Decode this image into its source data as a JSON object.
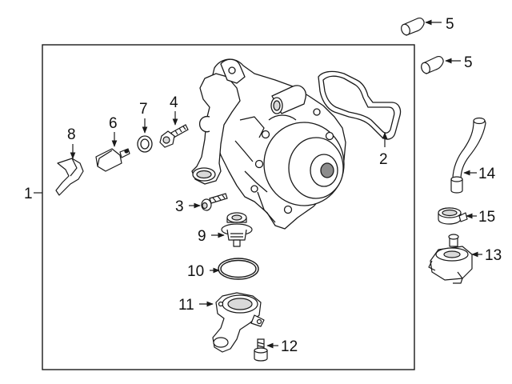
{
  "diagram": {
    "callouts": {
      "c1": "1",
      "c2": "2",
      "c3": "3",
      "c4": "4",
      "c5a": "5",
      "c5b": "5",
      "c6": "6",
      "c7": "7",
      "c8": "8",
      "c9": "9",
      "c10": "10",
      "c11": "11",
      "c12": "12",
      "c13": "13",
      "c14": "14",
      "c15": "15"
    },
    "colors": {
      "line": "#1a1a1a",
      "fill": "#ffffff",
      "shade": "#d9d9d9",
      "dark": "#8c8c8c"
    }
  }
}
